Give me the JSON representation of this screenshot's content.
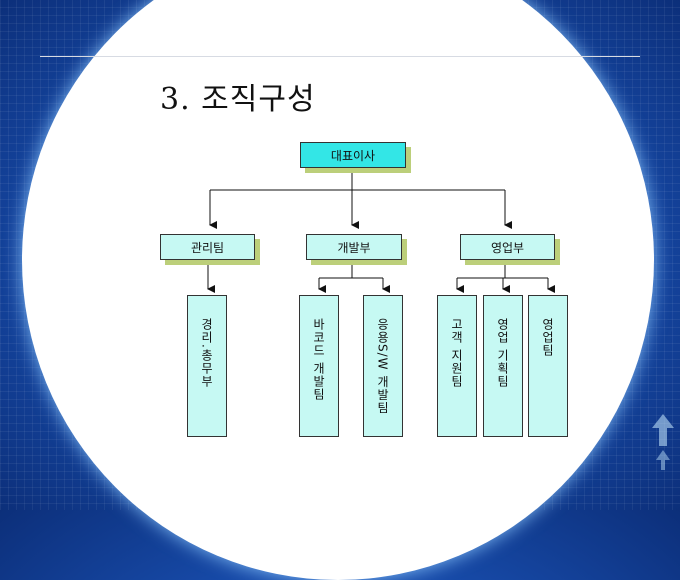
{
  "title": "3. 조직구성",
  "ceo": "대표이사",
  "departments": [
    "관리팀",
    "개발부",
    "영업부"
  ],
  "teams": [
    "경리.총무부",
    "바코드 개발팀",
    "응용S/W 개발팀",
    "고객 지원팀",
    "영업 기획팀",
    "영업팀"
  ],
  "colors": {
    "ceo_fill": "#33e6e6",
    "box_fill": "#c6f9f3",
    "shadow": "#bccf7a"
  }
}
